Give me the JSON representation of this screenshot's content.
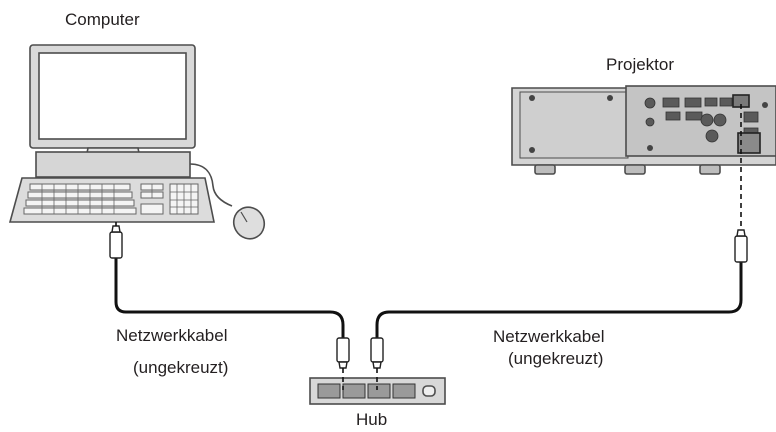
{
  "labels": {
    "computer": "Computer",
    "projector": "Projektor",
    "cable_left_line1": "Netzwerkkabel",
    "cable_left_line2": "(ungekreuzt)",
    "cable_right_line1": "Netzwerkkabel",
    "cable_right_line2": "(ungekreuzt)",
    "hub": "Hub"
  }
}
